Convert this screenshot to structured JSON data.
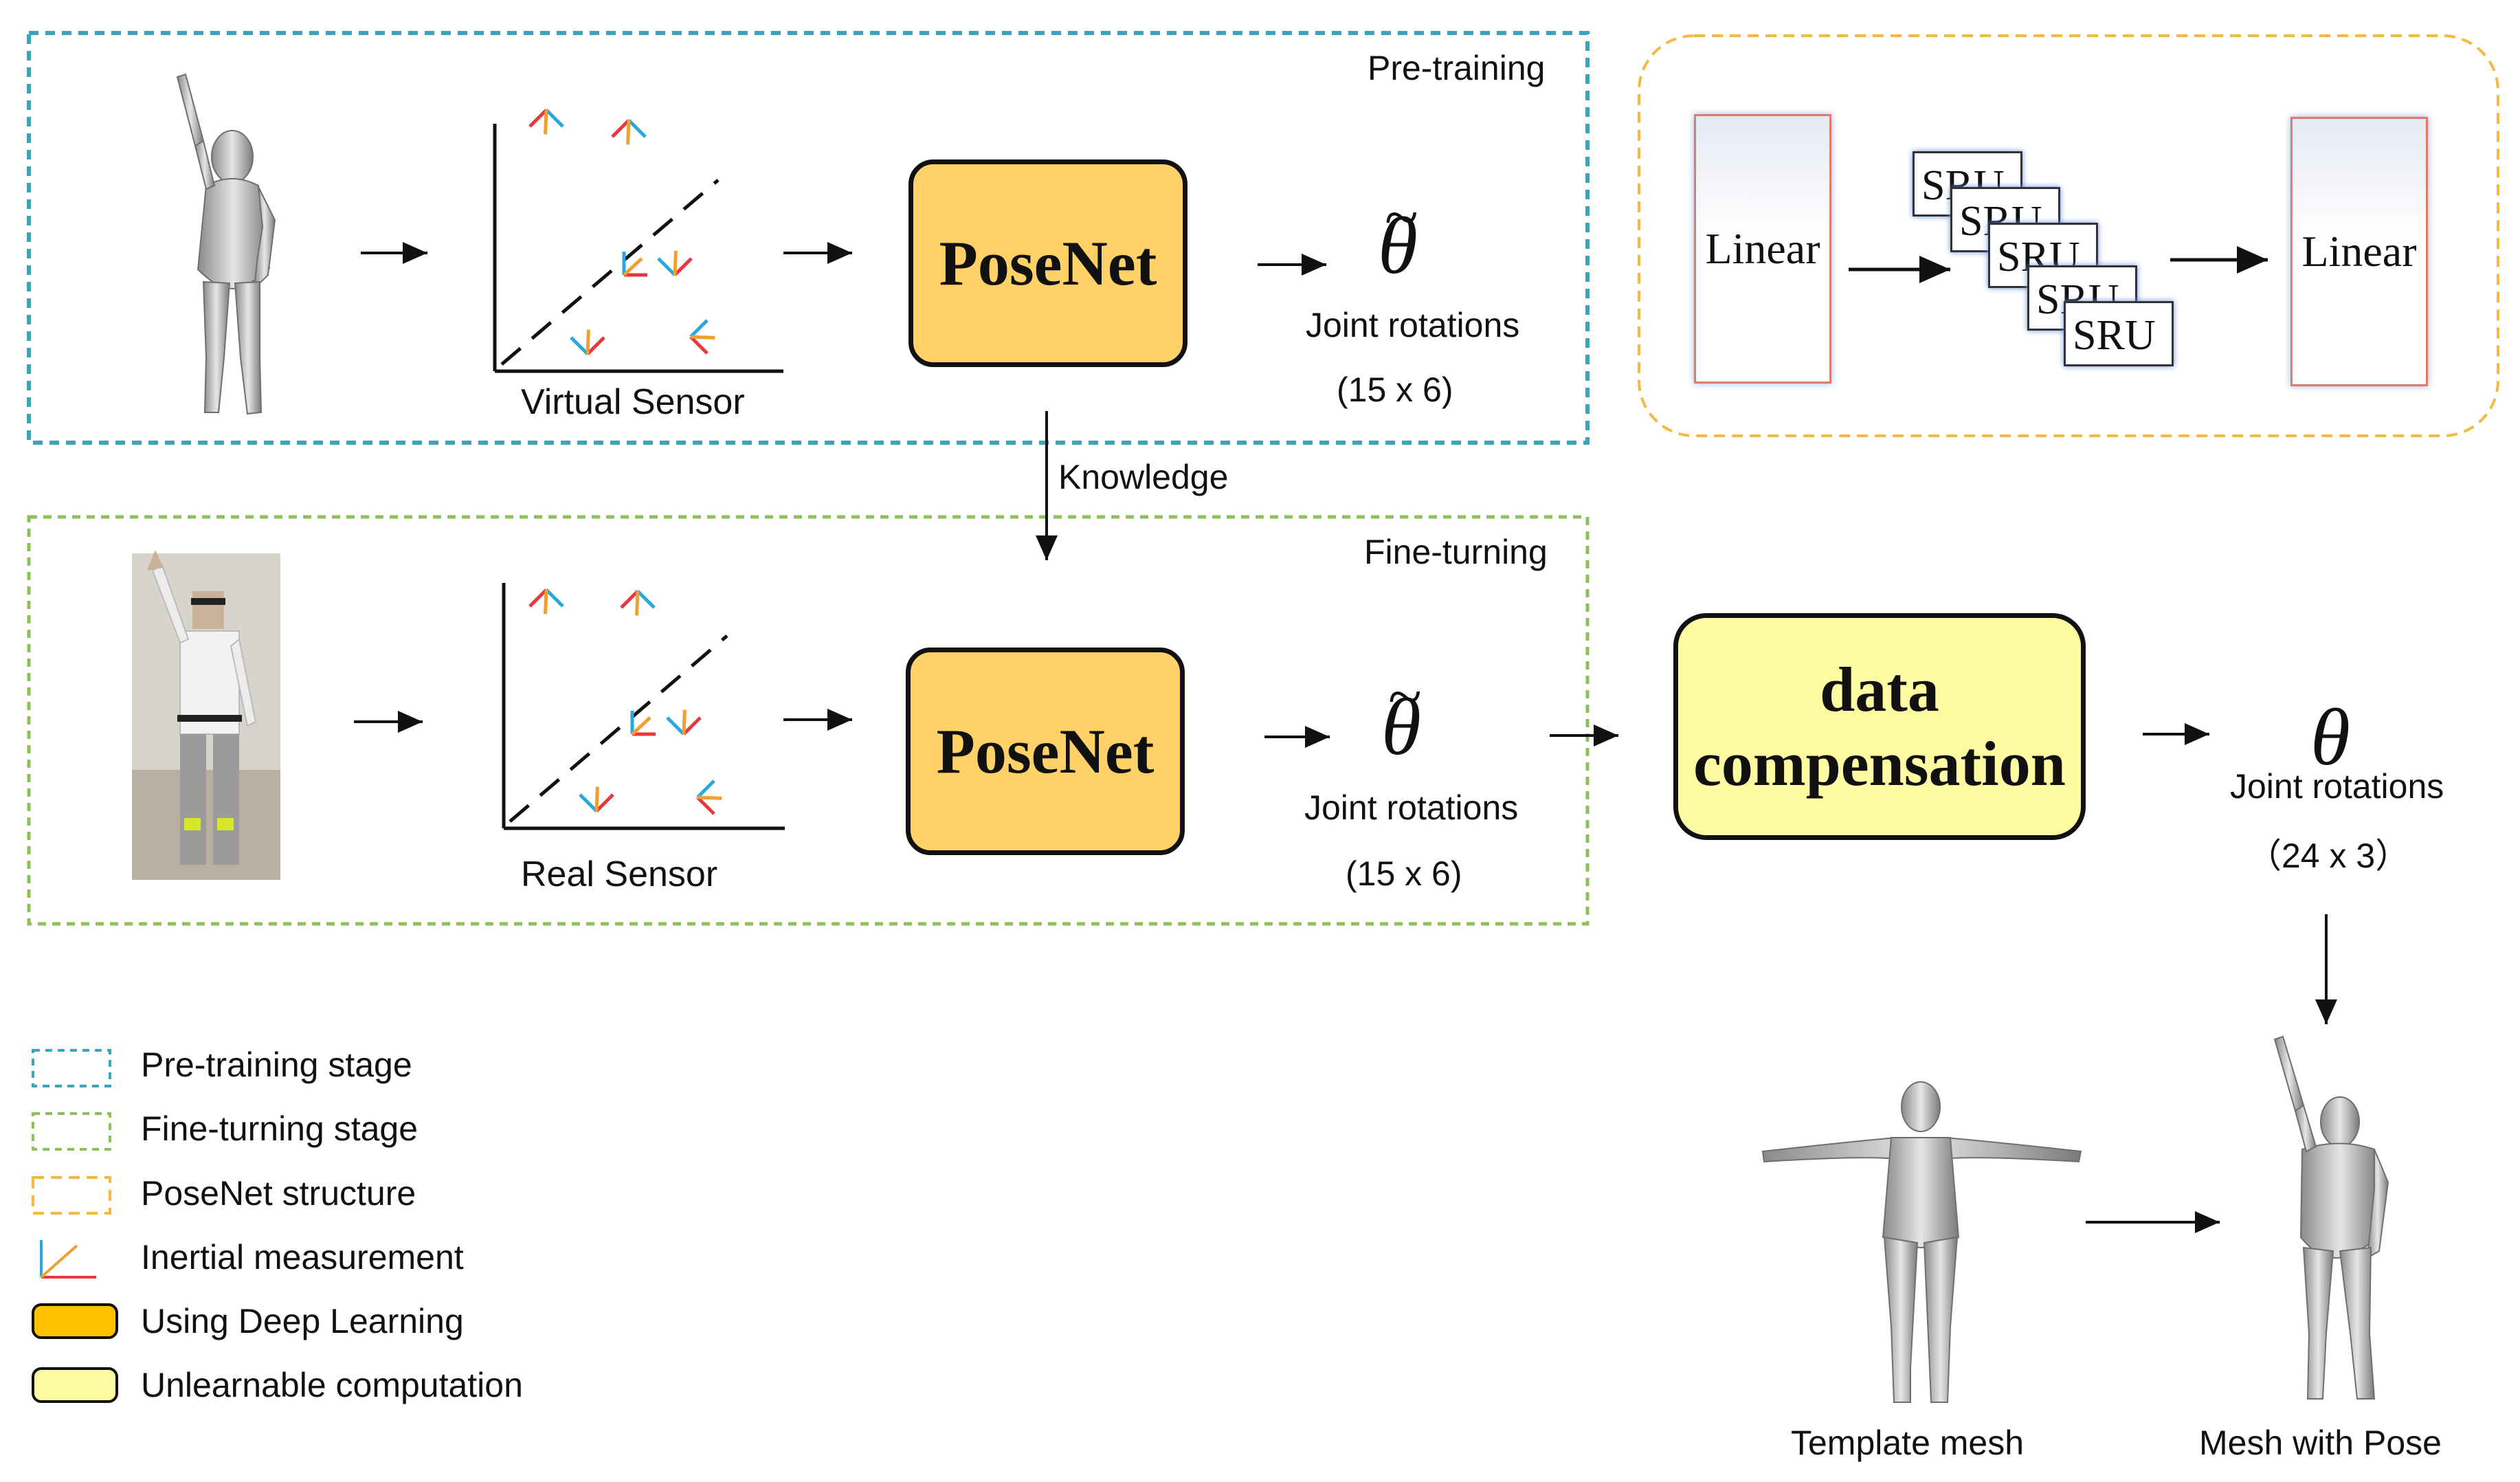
{
  "stages": {
    "pretraining_label": "Pre-training",
    "finetuning_label": "Fine-turning",
    "knowledge_label": "Knowledge"
  },
  "pretraining": {
    "sensor_label": "Virtual Sensor",
    "model_label": "PoseNet",
    "output_label": "Joint rotations",
    "output_dims": "(15 x 6)"
  },
  "finetuning": {
    "sensor_label": "Real Sensor",
    "model_label": "PoseNet",
    "output_label": "Joint rotations",
    "output_dims": "(15 x 6)"
  },
  "compensation": {
    "line1": "data",
    "line2": "compensation",
    "output_label": "Joint rotations",
    "output_dims": "（24 x 3）"
  },
  "posenet_structure": {
    "input_layer": "Linear",
    "sru_layers": [
      "SRU",
      "SRU",
      "SRU",
      "SRU",
      "SRU"
    ],
    "output_layer": "Linear"
  },
  "meshes": {
    "template_label": "Template mesh",
    "posed_label": "Mesh with Pose"
  },
  "legend": [
    {
      "label": "Pre-training stage",
      "style": "dashed",
      "color": "#3aa6b9",
      "fill": "none"
    },
    {
      "label": "Fine-turning stage",
      "style": "dashed",
      "color": "#8fbf5a",
      "fill": "none"
    },
    {
      "label": "PoseNet structure",
      "style": "dashed",
      "color": "#f5b942",
      "fill": "none"
    },
    {
      "label": "Inertial measurement",
      "style": "icon",
      "color": "#f0a030",
      "fill": "none"
    },
    {
      "label": "Using Deep Learning",
      "style": "solid",
      "color": "#111111",
      "fill": "#ffc000"
    },
    {
      "label": "Unlearnable computation",
      "style": "solid",
      "color": "#111111",
      "fill": "#fffba3"
    }
  ],
  "colors": {
    "pretraining_border": "#3aa6b9",
    "finetuning_border": "#8fbf5a",
    "structure_border": "#f5b942",
    "posenet_fill": "#ffd166",
    "compensation_fill": "#fffba3",
    "axis_red": "#e8383d",
    "axis_blue": "#2aa7e0",
    "axis_orange": "#f0a030"
  }
}
